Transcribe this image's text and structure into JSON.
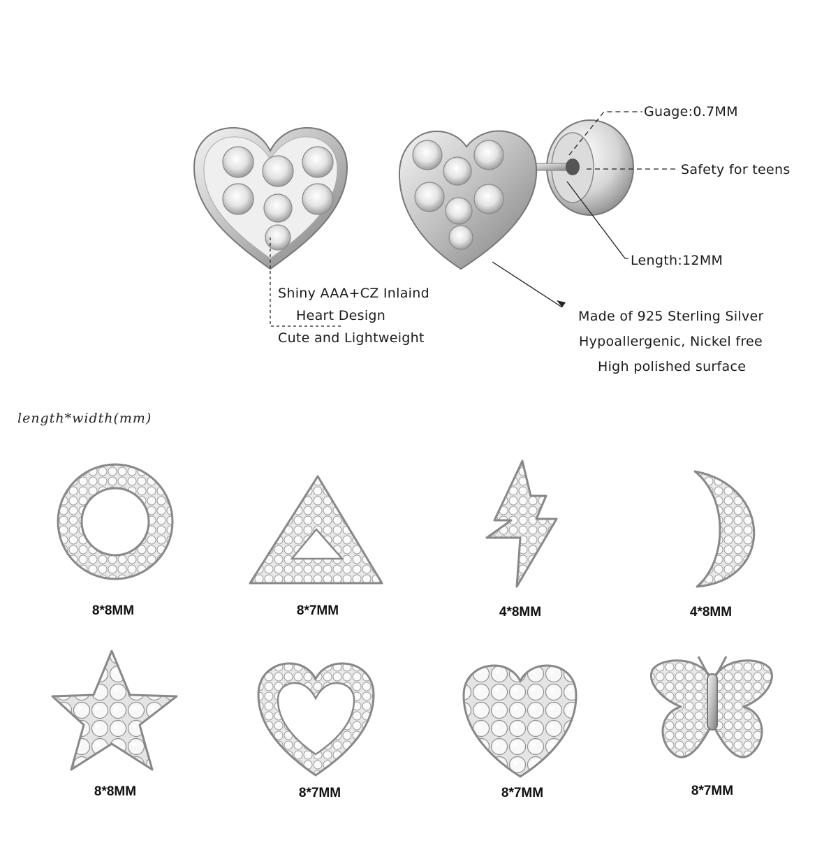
{
  "hero": {
    "callouts": {
      "gauge": "Guage:0.7MM",
      "safety": "Safety for teens",
      "length": "Length:12MM",
      "design_lines": [
        "Shiny AAA+CZ Inlaind",
        "Heart Design",
        "Cute and Lightweight"
      ],
      "material_lines": [
        "Made of 925 Sterling Silver",
        "Hypoallergenic, Nickel free",
        "High polished surface"
      ]
    }
  },
  "dimension_note": "length*width(mm)",
  "items": [
    {
      "shape": "circle-icon",
      "size": "8*8MM"
    },
    {
      "shape": "triangle-icon",
      "size": "8*7MM"
    },
    {
      "shape": "lightning-icon",
      "size": "4*8MM"
    },
    {
      "shape": "moon-icon",
      "size": "4*8MM"
    },
    {
      "shape": "star-icon",
      "size": "8*8MM"
    },
    {
      "shape": "open-heart-icon",
      "size": "8*7MM"
    },
    {
      "shape": "pave-heart-icon",
      "size": "8*7MM"
    },
    {
      "shape": "butterfly-icon",
      "size": "8*7MM"
    }
  ],
  "colors": {
    "silver": "#c9c9c9",
    "silver_dark": "#8a8a8a",
    "text": "#1a1a1a"
  }
}
